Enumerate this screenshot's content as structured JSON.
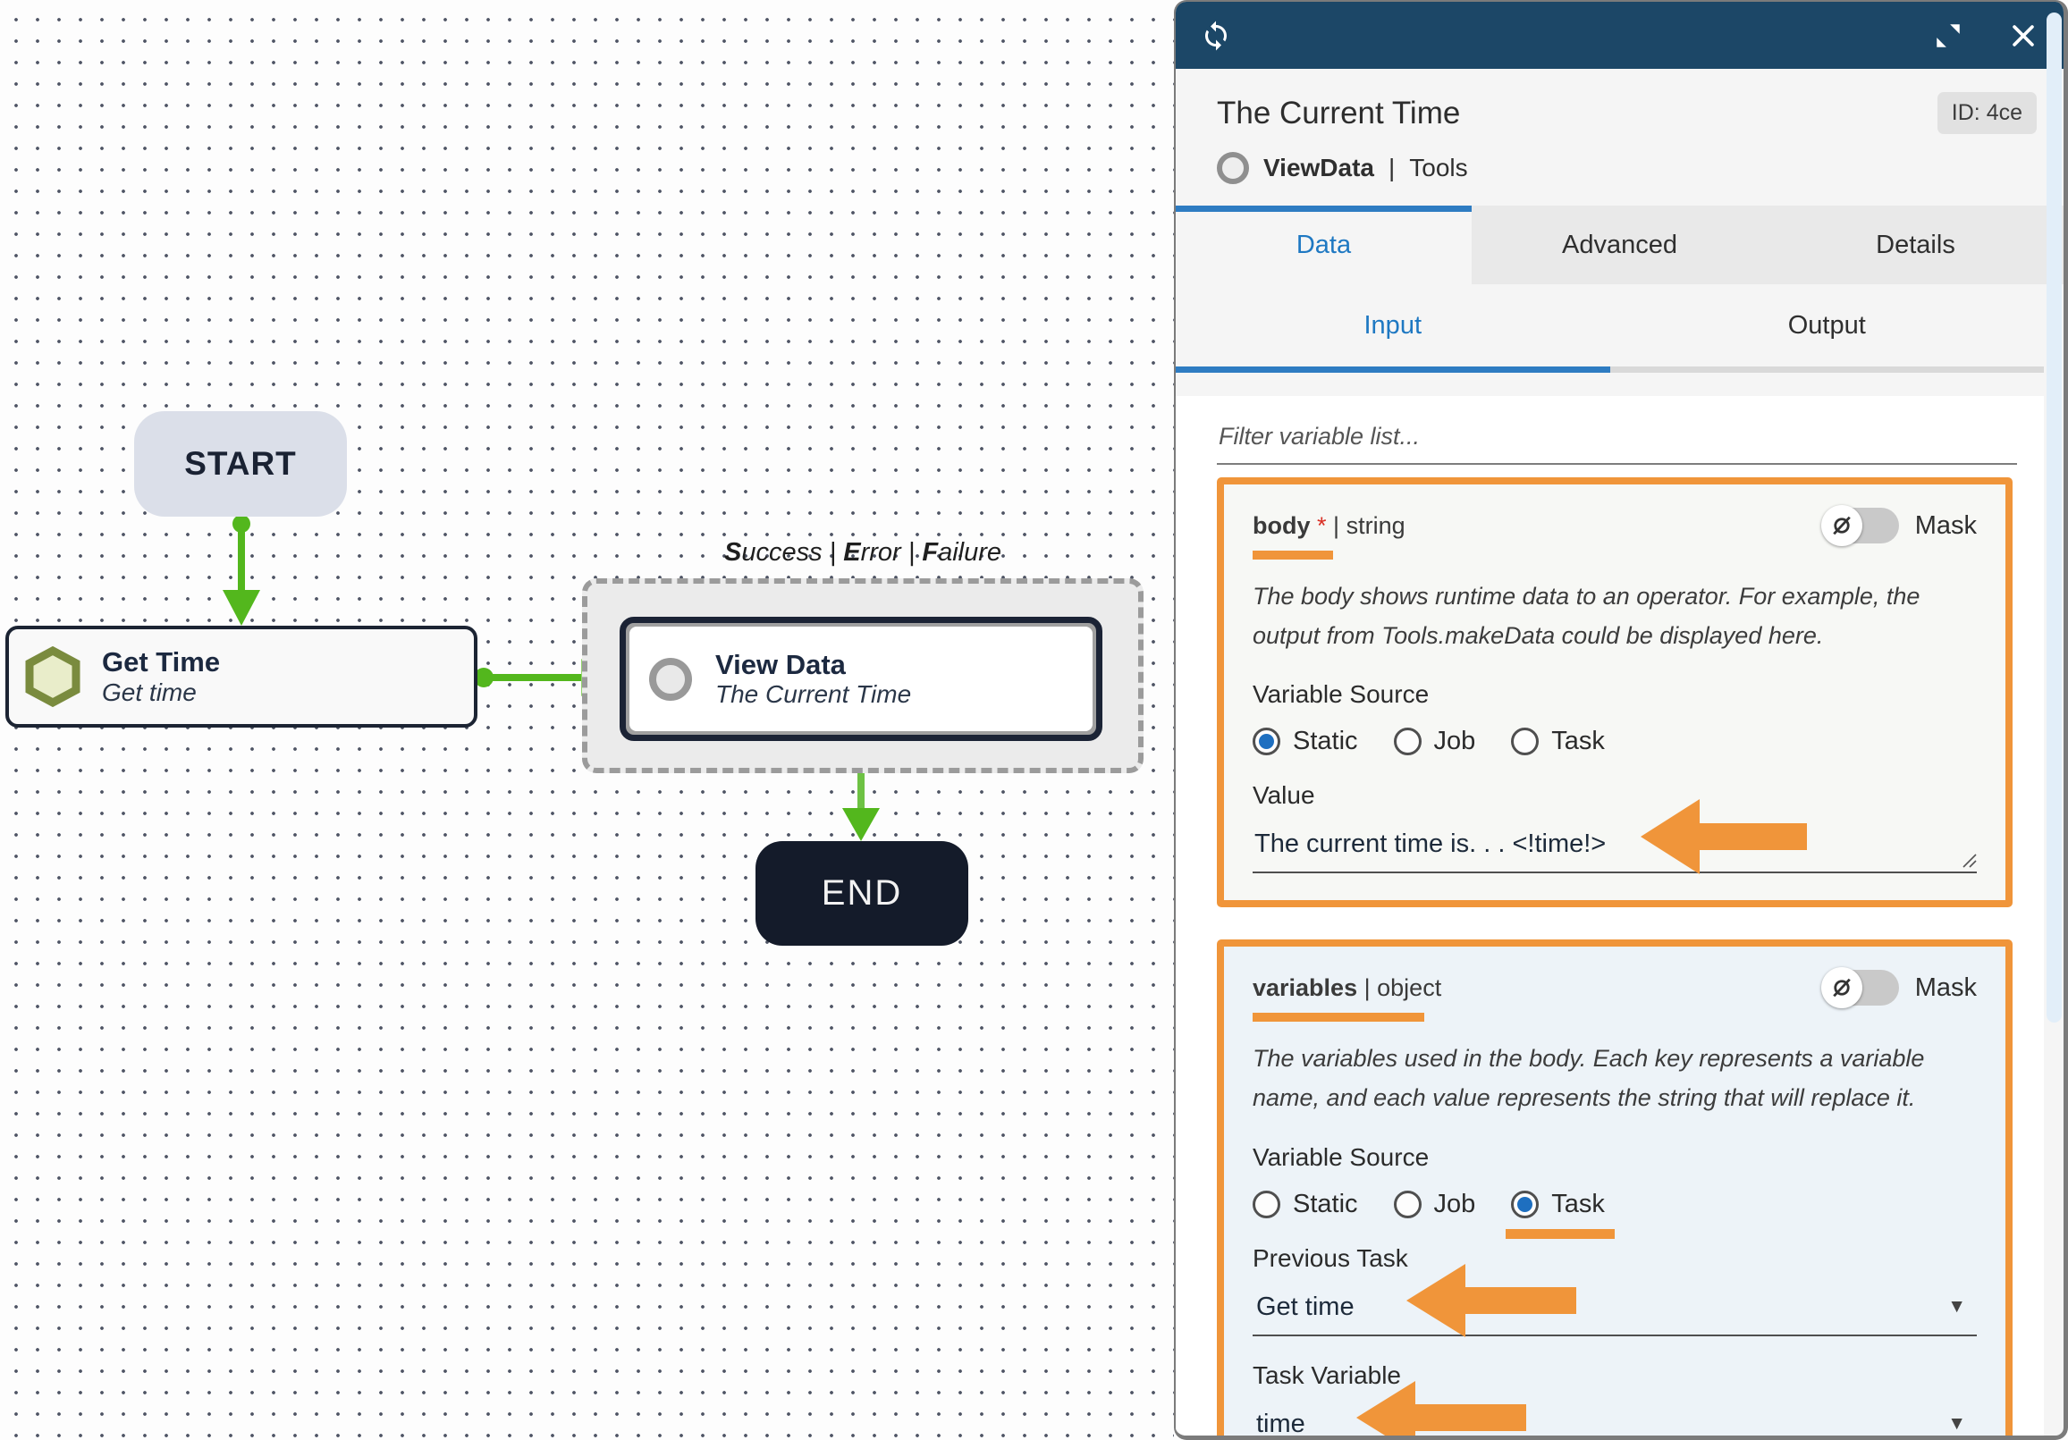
{
  "canvas": {
    "start_label": "START",
    "get_time": {
      "title": "Get Time",
      "subtitle": "Get time"
    },
    "edge_caption": {
      "b1": "S",
      "r1": "uccess",
      "sep1": " | ",
      "b2": "E",
      "r2": "rror",
      "sep2": " | ",
      "b3": "F",
      "r3": "ailure"
    },
    "view_data": {
      "title": "View Data",
      "subtitle": "The Current Time"
    },
    "end_label": "END"
  },
  "panel": {
    "title": "The Current Time",
    "id_badge": "ID: 4ce",
    "operator": {
      "name": "ViewData",
      "sep": "|",
      "category": "Tools"
    },
    "tabs": [
      "Data",
      "Advanced",
      "Details"
    ],
    "active_tab": "Data",
    "subtabs": [
      "Input",
      "Output"
    ],
    "active_subtab": "Input",
    "filter_placeholder": "Filter variable list...",
    "fields": [
      {
        "name": "body",
        "required_marker": "*",
        "sep": "|",
        "type": "string",
        "mask_label": "Mask",
        "description": "The body shows runtime data to an operator. For example, the output from Tools.makeData could be displayed here.",
        "source_label": "Variable Source",
        "sources": [
          "Static",
          "Job",
          "Task"
        ],
        "selected_source": "Static",
        "value_label": "Value",
        "value": "The current time is. . . <!time!>"
      },
      {
        "name": "variables",
        "sep": "|",
        "type": "object",
        "mask_label": "Mask",
        "description": "The variables used in the body. Each key represents a variable name, and each value represents the string that will replace it.",
        "source_label": "Variable Source",
        "sources": [
          "Static",
          "Job",
          "Task"
        ],
        "selected_source": "Task",
        "previous_task_label": "Previous Task",
        "previous_task_value": "Get time",
        "task_variable_label": "Task Variable",
        "task_variable_value": "time"
      }
    ]
  },
  "colors": {
    "accent_orange": "#F0953A",
    "accent_blue": "#2E7CC2",
    "header_navy": "#1C4767",
    "flow_green": "#53B71D",
    "radio_selected": "#1E6FC0"
  }
}
